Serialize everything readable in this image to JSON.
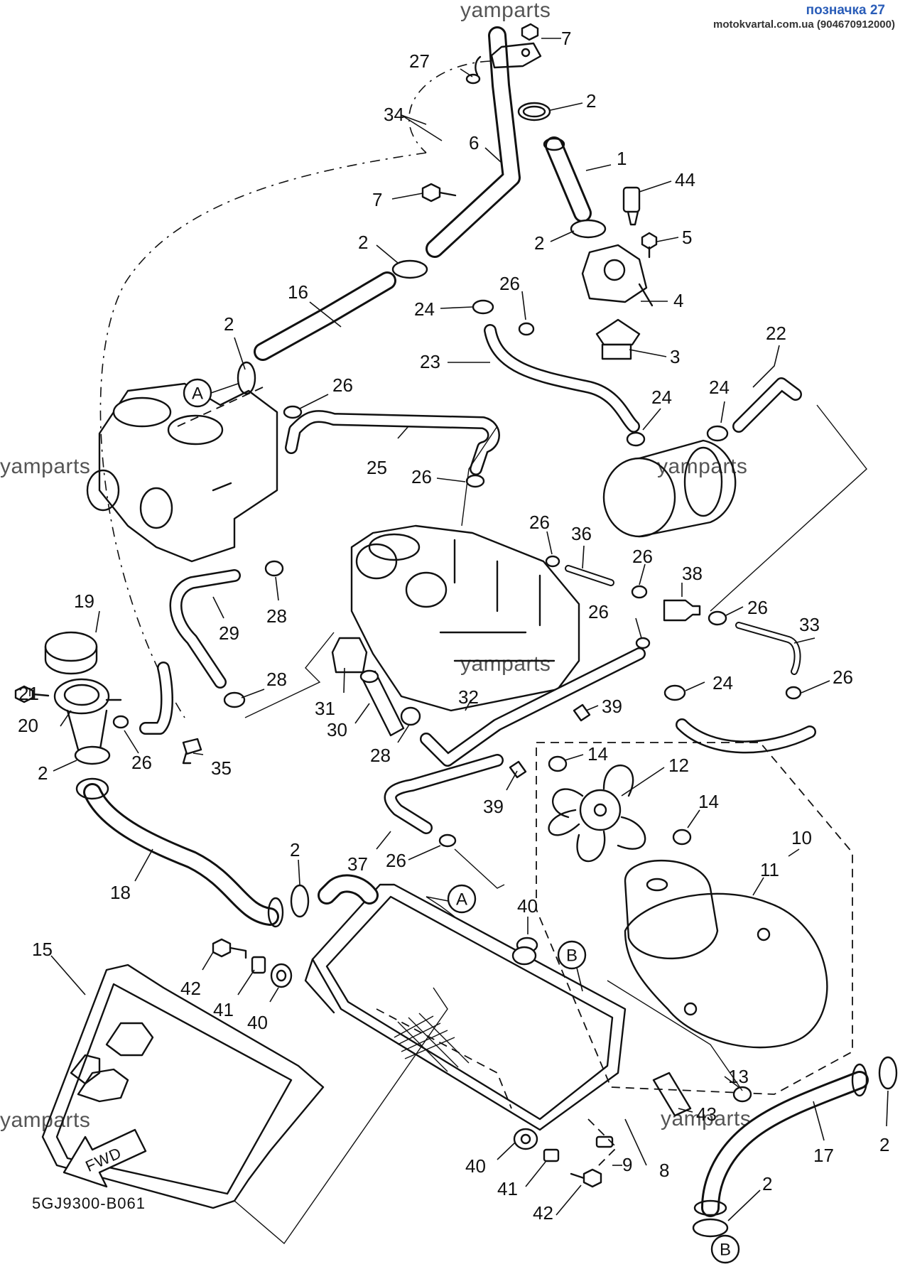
{
  "header": {
    "title": "позначка 27",
    "subtitle": "motokvartal.com.ua (904670912000)"
  },
  "watermarks": [
    "yamparts",
    "yamparts",
    "yamparts",
    "yamparts",
    "yamparts"
  ],
  "diagram_code": "5GJ9300-B061",
  "fwd_label": "FWD",
  "ref_labels": {
    "a": "A",
    "b": "B"
  },
  "part_numbers": {
    "p1": "1",
    "p2": "2",
    "p3": "3",
    "p4": "4",
    "p5": "5",
    "p6": "6",
    "p7": "7",
    "p8": "8",
    "p9": "9",
    "p10": "10",
    "p11": "11",
    "p12": "12",
    "p13": "13",
    "p14": "14",
    "p15": "15",
    "p16": "16",
    "p17": "17",
    "p18": "18",
    "p19": "19",
    "p20": "20",
    "p21": "21",
    "p22": "22",
    "p23": "23",
    "p24": "24",
    "p25": "25",
    "p26": "26",
    "p27": "27",
    "p28": "28",
    "p29": "29",
    "p30": "30",
    "p31": "31",
    "p32": "32",
    "p33": "33",
    "p34": "34",
    "p35": "35",
    "p36": "36",
    "p37": "37",
    "p38": "38",
    "p39": "39",
    "p40": "40",
    "p41": "41",
    "p42": "42",
    "p43": "43",
    "p44": "44"
  },
  "colors": {
    "line": "#111111",
    "background": "#ffffff",
    "header_accent": "#2a5db8",
    "watermark": "#555555"
  }
}
